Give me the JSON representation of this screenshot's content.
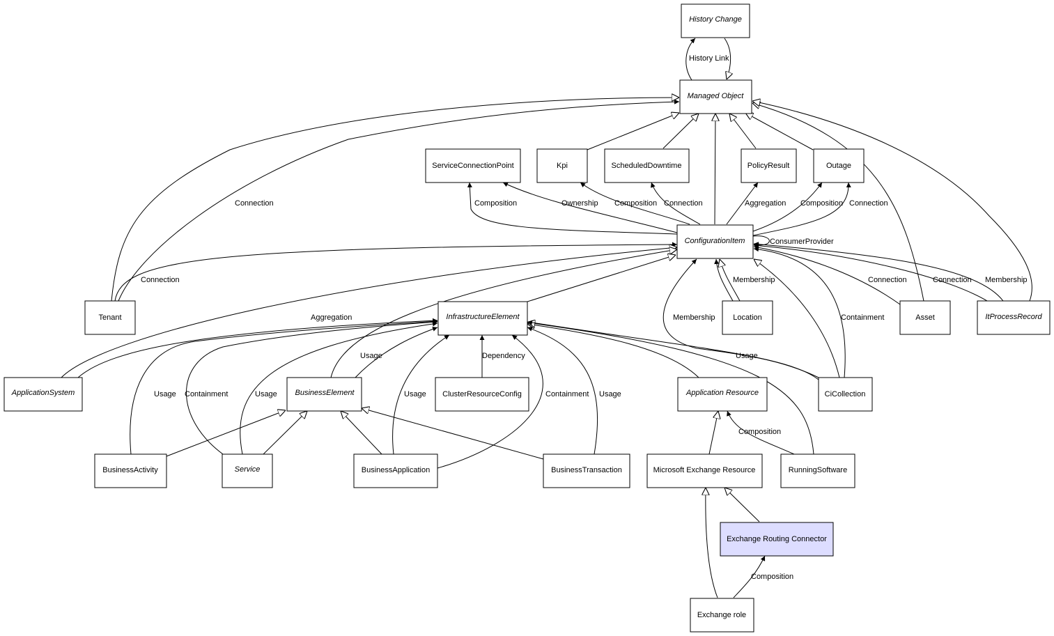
{
  "colors": {
    "highlight_fill": "#DDDDFF",
    "node_fill": "#FFFFFF",
    "stroke": "#000000"
  },
  "nodes": [
    {
      "id": "history_change",
      "label": "History Change",
      "abstract": true
    },
    {
      "id": "managed_object",
      "label": "Managed Object",
      "abstract": true
    },
    {
      "id": "service_connection_point",
      "label": "ServiceConnectionPoint",
      "abstract": false
    },
    {
      "id": "kpi",
      "label": "Kpi",
      "abstract": false
    },
    {
      "id": "scheduled_downtime",
      "label": "ScheduledDowntime",
      "abstract": false
    },
    {
      "id": "policy_result",
      "label": "PolicyResult",
      "abstract": false
    },
    {
      "id": "outage",
      "label": "Outage",
      "abstract": false
    },
    {
      "id": "configuration_item",
      "label": "ConfigurationItem",
      "abstract": true
    },
    {
      "id": "tenant",
      "label": "Tenant",
      "abstract": false
    },
    {
      "id": "infrastructure_element",
      "label": "InfrastructureElement",
      "abstract": true
    },
    {
      "id": "location",
      "label": "Location",
      "abstract": false
    },
    {
      "id": "asset",
      "label": "Asset",
      "abstract": false
    },
    {
      "id": "it_process_record",
      "label": "ItProcessRecord",
      "abstract": true
    },
    {
      "id": "application_system",
      "label": "ApplicationSystem",
      "abstract": true
    },
    {
      "id": "business_element",
      "label": "BusinessElement",
      "abstract": true
    },
    {
      "id": "cluster_resource_config",
      "label": "ClusterResourceConfig",
      "abstract": false
    },
    {
      "id": "application_resource",
      "label": "Application Resource",
      "abstract": true
    },
    {
      "id": "ci_collection",
      "label": "CiCollection",
      "abstract": false
    },
    {
      "id": "business_activity",
      "label": "BusinessActivity",
      "abstract": false
    },
    {
      "id": "service",
      "label": "Service",
      "abstract": true
    },
    {
      "id": "business_application",
      "label": "BusinessApplication",
      "abstract": false
    },
    {
      "id": "business_transaction",
      "label": "BusinessTransaction",
      "abstract": false
    },
    {
      "id": "microsoft_exchange_resource",
      "label": "Microsoft Exchange Resource",
      "abstract": false
    },
    {
      "id": "running_software",
      "label": "RunningSoftware",
      "abstract": false
    },
    {
      "id": "exchange_routing_connector",
      "label": "Exchange Routing Connector",
      "abstract": false,
      "highlight": true
    },
    {
      "id": "exchange_role",
      "label": "Exchange role",
      "abstract": false
    }
  ],
  "edge_labels": [
    {
      "id": "history_link",
      "text": "History Link"
    },
    {
      "id": "tenant_mo_connection",
      "text": "Connection"
    },
    {
      "id": "ci_scp_composition",
      "text": "Composition"
    },
    {
      "id": "ci_kpi_ownership",
      "text": "Ownership"
    },
    {
      "id": "ci_sd_composition",
      "text": "Composition"
    },
    {
      "id": "ci_sd_connection",
      "text": "Connection"
    },
    {
      "id": "ci_pr_aggregation",
      "text": "Aggregation"
    },
    {
      "id": "ci_outage_composition",
      "text": "Composition"
    },
    {
      "id": "ci_outage_connection",
      "text": "Connection"
    },
    {
      "id": "consumer_provider",
      "text": "ConsumerProvider"
    },
    {
      "id": "tenant_ci_connection",
      "text": "Connection"
    },
    {
      "id": "location_membership",
      "text": "Membership"
    },
    {
      "id": "asset_connection",
      "text": "Connection"
    },
    {
      "id": "itpr_connection",
      "text": "Connection"
    },
    {
      "id": "itpr_membership",
      "text": "Membership"
    },
    {
      "id": "appsys_aggregation",
      "text": "Aggregation"
    },
    {
      "id": "cicoll_membership",
      "text": "Membership"
    },
    {
      "id": "cicoll_containment",
      "text": "Containment"
    },
    {
      "id": "be_usage",
      "text": "Usage"
    },
    {
      "id": "crc_dependency",
      "text": "Dependency"
    },
    {
      "id": "cicoll_usage",
      "text": "Usage"
    },
    {
      "id": "ba_usage",
      "text": "Usage"
    },
    {
      "id": "service_containment",
      "text": "Containment"
    },
    {
      "id": "service_usage",
      "text": "Usage"
    },
    {
      "id": "bapp_usage",
      "text": "Usage"
    },
    {
      "id": "bapp_containment",
      "text": "Containment"
    },
    {
      "id": "bt_usage",
      "text": "Usage"
    },
    {
      "id": "rs_composition",
      "text": "Composition"
    },
    {
      "id": "er_composition",
      "text": "Composition"
    }
  ]
}
